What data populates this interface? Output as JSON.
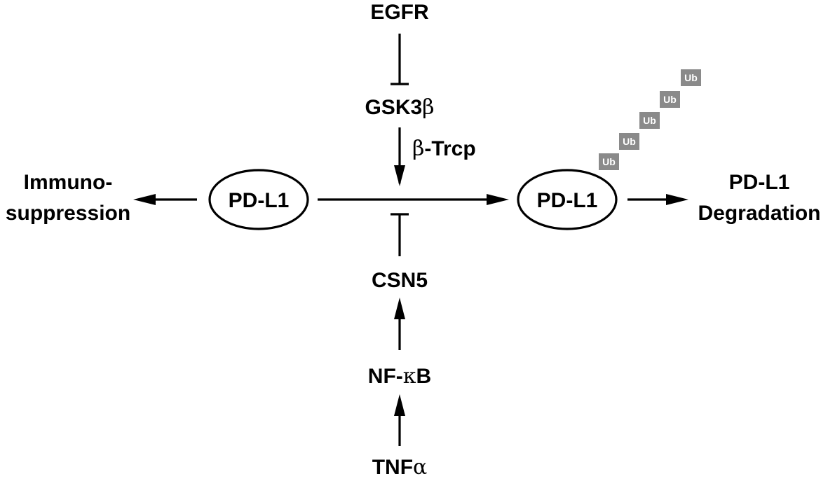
{
  "nodes": {
    "egfr": "EGFR",
    "gsk3b_main": "GSK3",
    "gsk3b_greek": "β",
    "btrcp_greek": "β",
    "btrcp_main": "-Trcp",
    "pdl1_left": "PD-L1",
    "pdl1_right": "PD-L1",
    "immuno_line1": "Immuno-",
    "immuno_line2": "suppression",
    "degradation_line1": "PD-L1",
    "degradation_line2": "Degradation",
    "csn5": "CSN5",
    "nfkb_main1": "NF-",
    "nfkb_greek": "κ",
    "nfkb_main2": "B",
    "tnfa_main": "TNF",
    "tnfa_greek": "α"
  },
  "ubiquitin_chain": [
    "Ub",
    "Ub",
    "Ub",
    "Ub",
    "Ub"
  ],
  "colors": {
    "ink": "#000000",
    "ubiquitin": "#8a8a8a",
    "background": "#ffffff"
  }
}
